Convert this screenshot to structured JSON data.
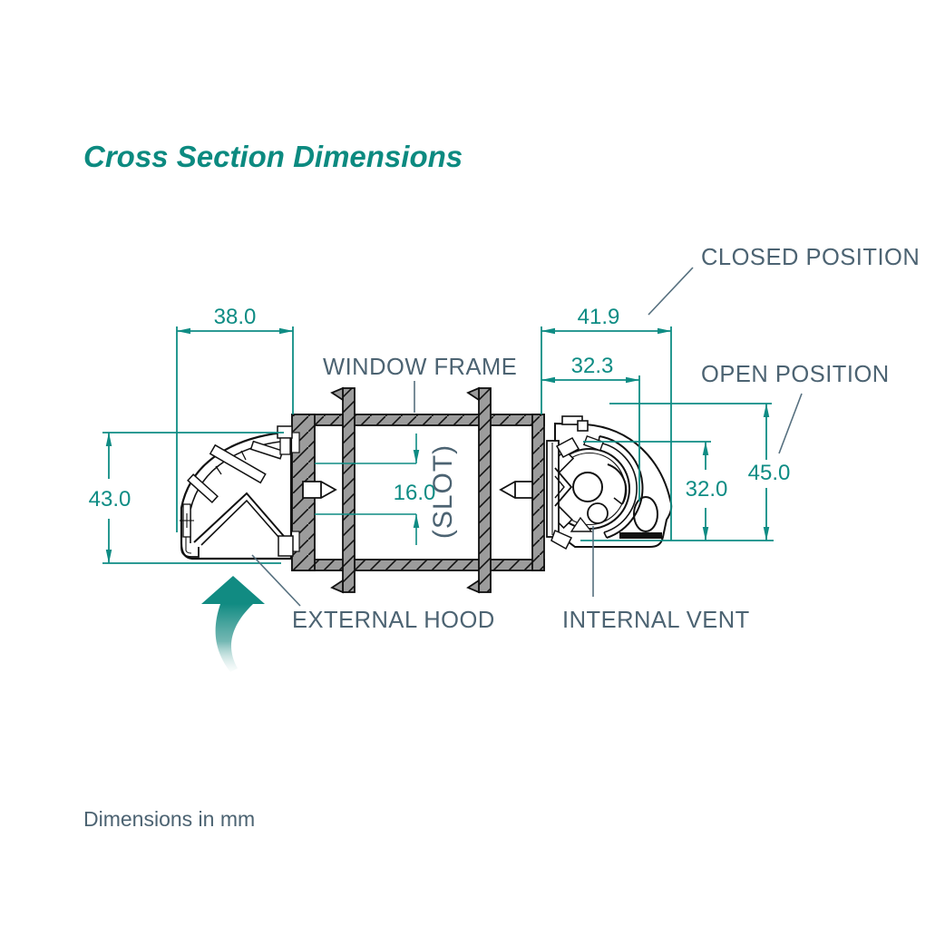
{
  "title": "Cross Section Dimensions",
  "note": "Dimensions in mm",
  "labels": {
    "closed_position": "CLOSED POSITION",
    "open_position": "OPEN POSITION",
    "window_frame": "WINDOW FRAME",
    "external_hood": "EXTERNAL HOOD",
    "internal_vent": "INTERNAL VENT",
    "slot": "(SLOT)"
  },
  "dimensions": {
    "hood_width": "38.0",
    "closed_projection": "41.9",
    "open_projection": "32.3",
    "hood_height": "43.0",
    "slot_height": "16.0",
    "vent_open_height": "32.0",
    "vent_total_height": "45.0"
  },
  "icons": {
    "airflow_arrow": "airflow-up-arrow"
  },
  "colors": {
    "dimension_teal": "#0E8C84",
    "title_teal": "#0C8A80",
    "label_slate": "#4C6372",
    "leader_slate": "#56707F",
    "line_black": "#111111",
    "frame_gray": "#9C9C9C"
  }
}
